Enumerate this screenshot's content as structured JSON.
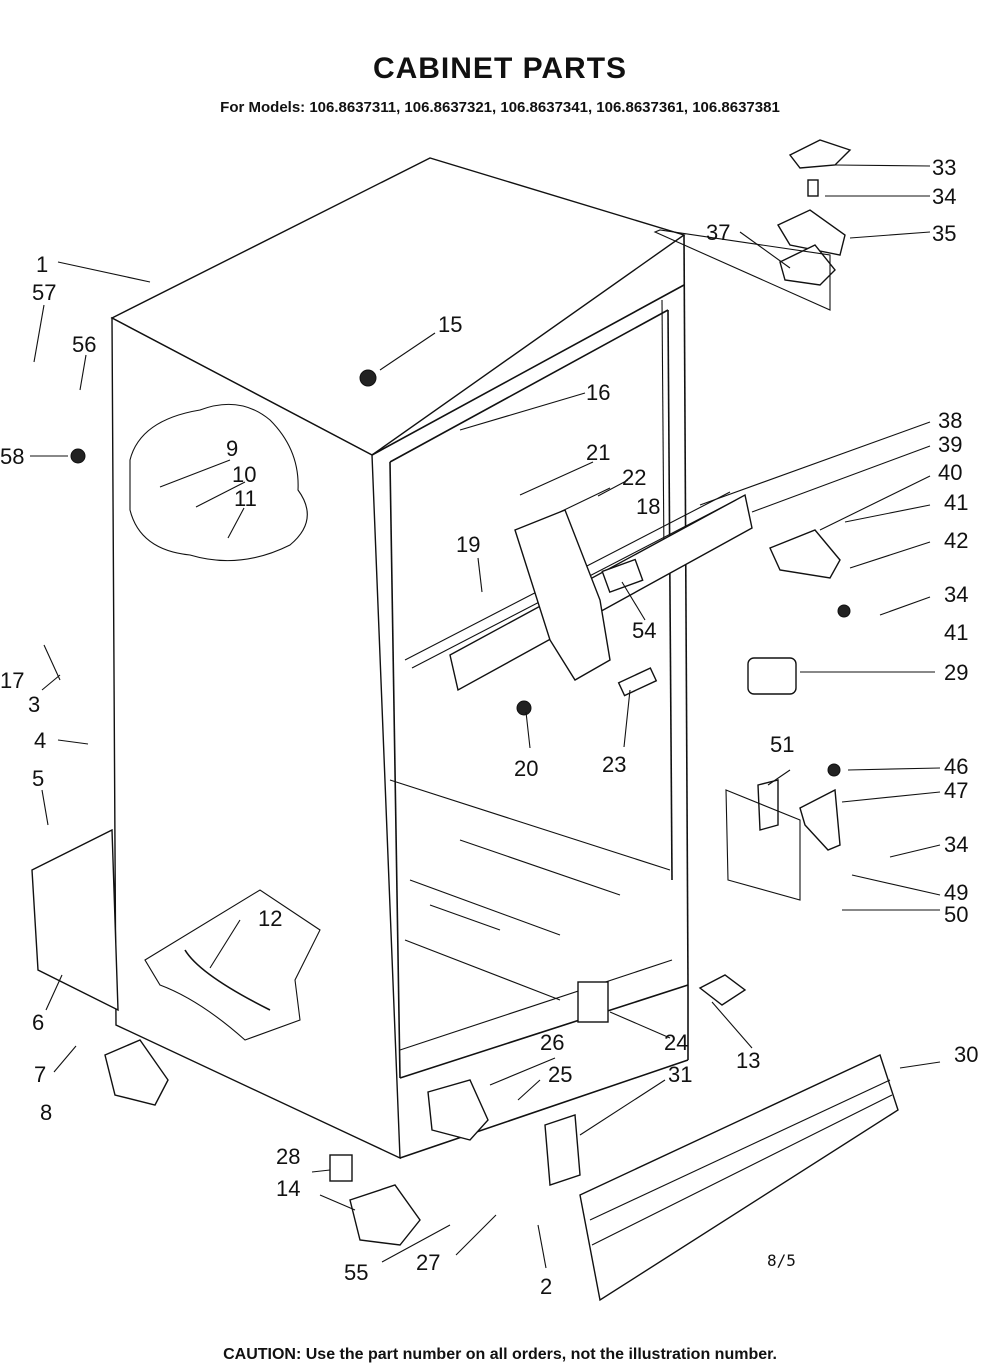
{
  "title": "CABINET PARTS",
  "models": "For Models: 106.8637311, 106.8637321, 106.8637341, 106.8637361, 106.8637381",
  "caution": "CAUTION: Use the part number on all orders, not the illustration number.",
  "drawing_code": "8/5",
  "callouts": [
    "1",
    "57",
    "56",
    "58",
    "9",
    "10",
    "11",
    "17",
    "3",
    "4",
    "5",
    "6",
    "7",
    "8",
    "12",
    "15",
    "16",
    "21",
    "22",
    "18",
    "19",
    "20",
    "23",
    "54",
    "33",
    "34",
    "35",
    "37",
    "38",
    "39",
    "40",
    "41",
    "42",
    "34",
    "41",
    "29",
    "51",
    "46",
    "47",
    "34",
    "49",
    "50",
    "24",
    "13",
    "26",
    "25",
    "31",
    "30",
    "28",
    "14",
    "55",
    "27",
    "2"
  ]
}
